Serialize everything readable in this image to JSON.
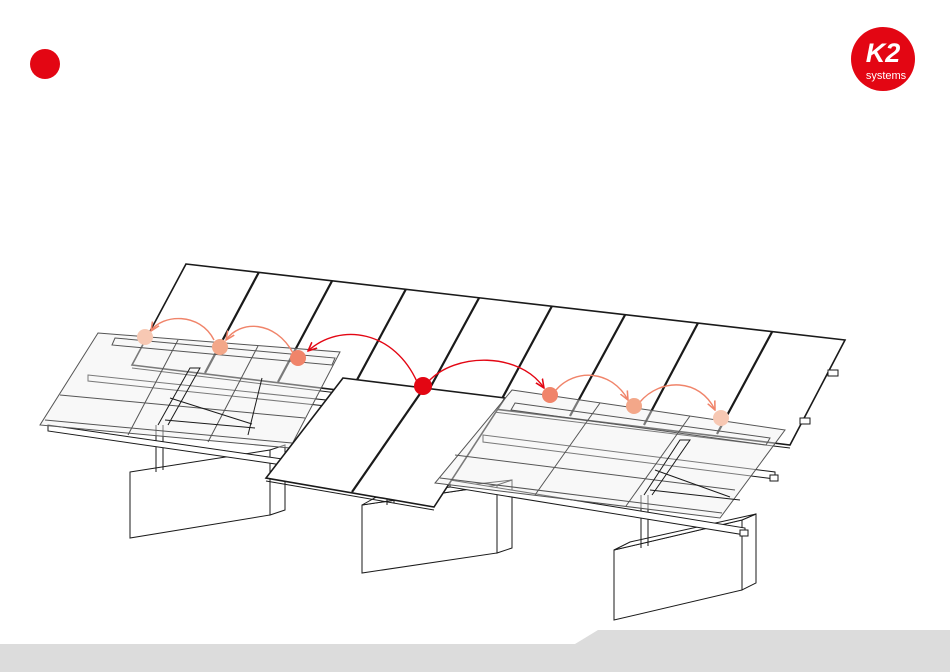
{
  "logo": {
    "brand_mark": "K2",
    "brand_sub": "systems",
    "color": "#e30613"
  },
  "colors": {
    "accent": "#e30613",
    "step_1": "#f0846a",
    "step_2": "#f3a789",
    "step_3": "#f7c8b3",
    "line": "#1a1a1a",
    "concrete": "#ffffff",
    "footer": "#dcdcdc"
  },
  "diagram": {
    "subject": "ground-mount-pv-array",
    "modules_back_row": 9,
    "modules_front_center": 2,
    "foundation_blocks": 3,
    "sequence_markers": {
      "start": 1,
      "left_chain": 3,
      "right_chain": 3
    }
  }
}
